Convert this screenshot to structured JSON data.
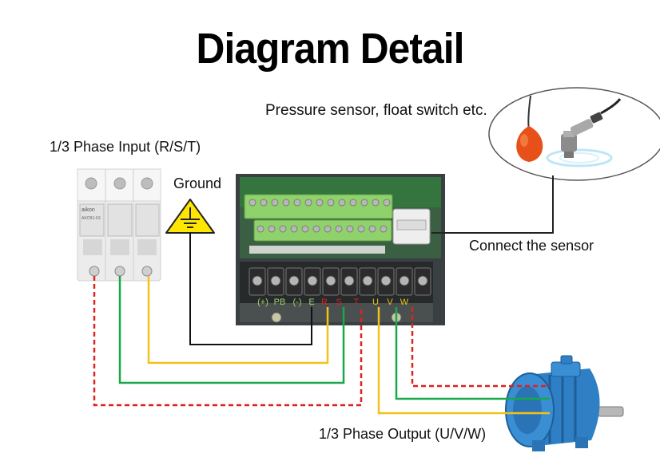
{
  "title": "Diagram Detail",
  "labels": {
    "sensor": "Pressure sensor, float switch etc.",
    "input": "1/3 Phase Input (R/S/T)",
    "ground": "Ground",
    "connect": "Connect the sensor",
    "output": "1/3 Phase Output (U/V/W)"
  },
  "breaker": {
    "brand": "aikon",
    "model": "AKCB1-63"
  },
  "terminal_labels": [
    "(+)",
    "PB",
    "(-)",
    "E",
    "R",
    "S",
    "T",
    "U",
    "V",
    "W"
  ],
  "colors": {
    "title": "#000000",
    "wire_red": "#e0201e",
    "wire_green": "#18a84a",
    "wire_yellow": "#f2c21a",
    "wire_black": "#111111",
    "terminal_green": "#8fd16a",
    "motor_blue": "#2f7fc4",
    "float_orange": "#e8501a",
    "ground_sign": "#ffe600"
  },
  "icons": [
    "breaker-icon",
    "ground-symbol-icon",
    "inverter-board-icon",
    "float-switch-icon",
    "pressure-sensor-icon",
    "motor-icon"
  ]
}
